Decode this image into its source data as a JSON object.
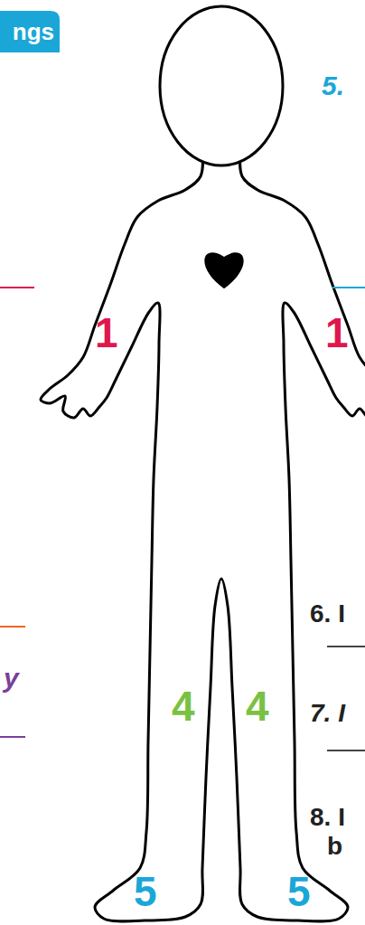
{
  "diagram": {
    "nodes": [
      {
        "text": [
          "ngs"
        ]
      }
    ],
    "labels": [
      "5.",
      "1",
      "1",
      "6. I",
      "y",
      "4",
      "4",
      "7. I",
      "8. I",
      "b",
      "5",
      "5"
    ]
  }
}
